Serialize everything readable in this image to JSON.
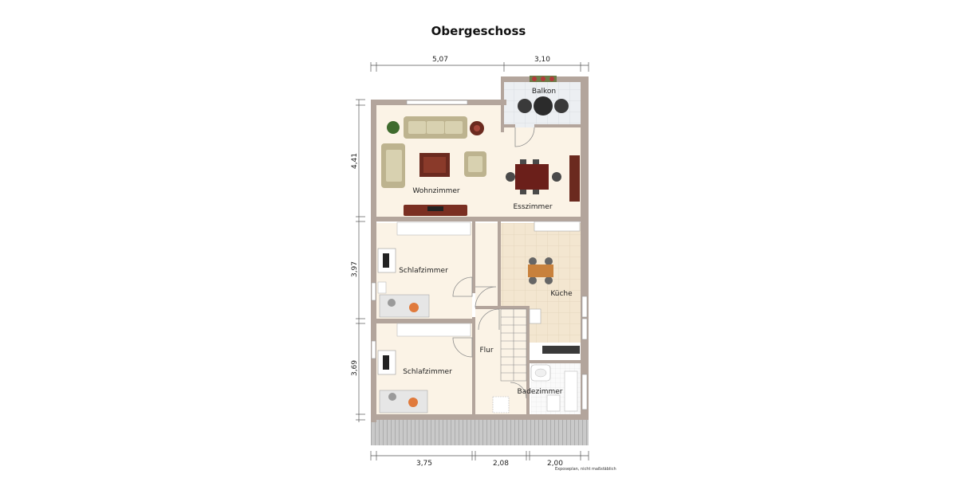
{
  "title": "Obergeschoss",
  "rooms": {
    "balkon": "Balkon",
    "wohnzimmer": "Wohnzimmer",
    "esszimmer": "Esszimmer",
    "schlafzimmer1": "Schlafzimmer",
    "schlafzimmer2": "Schlafzimmer",
    "kueche": "Küche",
    "flur": "Flur",
    "badezimmer": "Badezimmer"
  },
  "dimensions": {
    "top_left": "5,07",
    "top_right": "3,10",
    "left_top": "4,41",
    "left_middle": "3,97",
    "left_bottom": "3,69",
    "bottom_left": "3,75",
    "bottom_middle": "2,08",
    "bottom_right": "2,00"
  },
  "note": "Exposeplan, nicht maßstäblich",
  "colors": {
    "wall": "#b3a59c",
    "floor": "#fbf3e6",
    "tile": "#f1e3cc",
    "balcony": "#e8ebee",
    "sofa": "#cfc7a3",
    "wood_dark": "#6b2a1f"
  }
}
